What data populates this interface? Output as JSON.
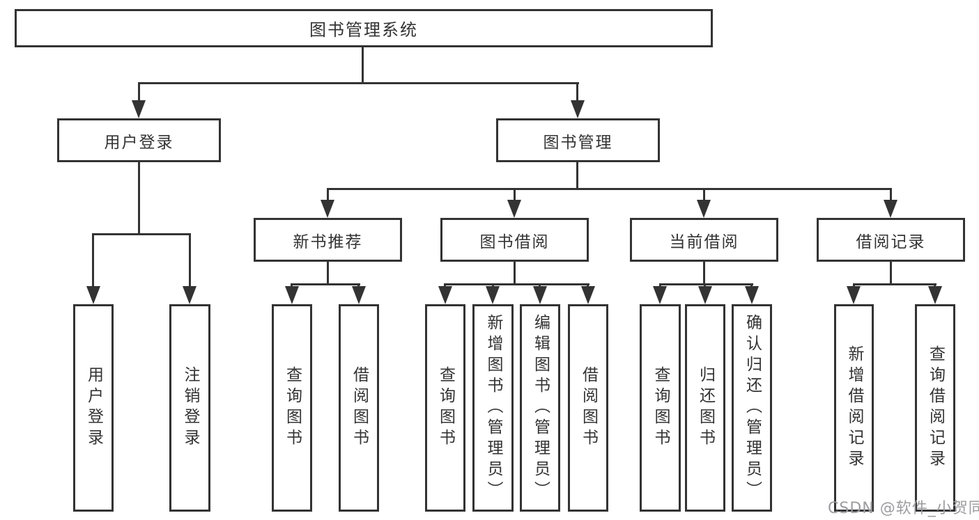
{
  "tree": {
    "label": "图书管理系统",
    "children": [
      {
        "label": "用户登录",
        "children": [
          {
            "label": "用户登录"
          },
          {
            "label": "注销登录"
          }
        ]
      },
      {
        "label": "图书管理",
        "children": [
          {
            "label": "新书推荐",
            "children": [
              {
                "label": "查询图书"
              },
              {
                "label": "借阅图书"
              }
            ]
          },
          {
            "label": "图书借阅",
            "children": [
              {
                "label": "查询图书"
              },
              {
                "label": "新增图书（管理员）"
              },
              {
                "label": "编辑图书（管理员）"
              },
              {
                "label": "借阅图书"
              }
            ]
          },
          {
            "label": "当前借阅",
            "children": [
              {
                "label": "查询图书"
              },
              {
                "label": "归还图书"
              },
              {
                "label": "确认归还（管理员）"
              }
            ]
          },
          {
            "label": "借阅记录",
            "children": [
              {
                "label": "新增借阅记录"
              },
              {
                "label": "查询借阅记录"
              }
            ]
          }
        ]
      }
    ]
  },
  "watermark": {
    "text": "CSDN @软件_小贺同学",
    "color": "#9d9da1"
  },
  "colors": {
    "line": "#333333",
    "text": "#333333",
    "box_background": "#ffffff",
    "page_background": "#ffffff"
  }
}
